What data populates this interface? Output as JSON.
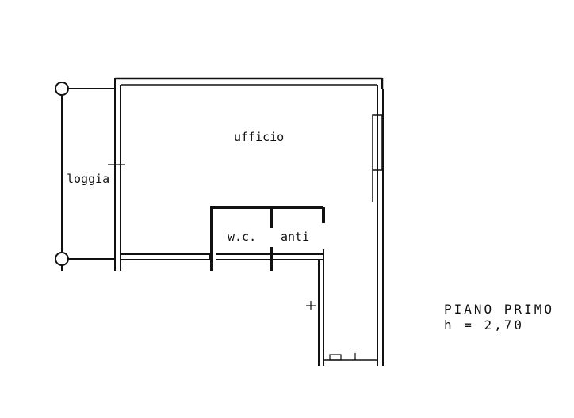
{
  "plan": {
    "rooms": {
      "ufficio": "ufficio",
      "loggia": "loggia",
      "wc": "w.c.",
      "anti": "anti"
    },
    "title": {
      "floor": "PIANO PRIMO",
      "height": "h = 2,70"
    },
    "colors": {
      "ink": "#111111",
      "paper": "#ffffff"
    }
  }
}
